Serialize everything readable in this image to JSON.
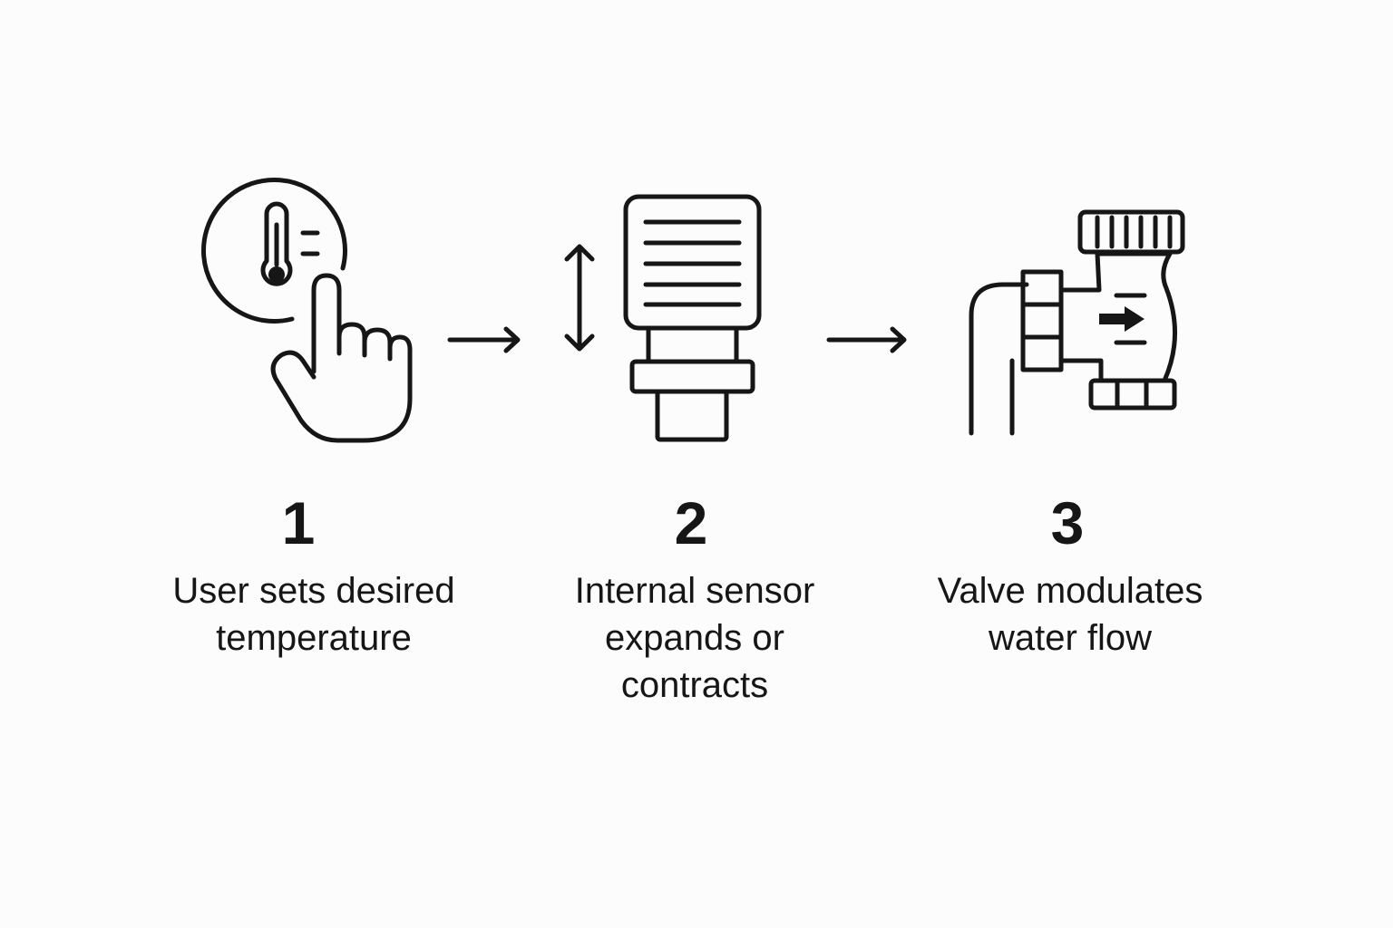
{
  "steps": [
    {
      "number": "1",
      "line1": "User sets desired",
      "line2": "temperature",
      "line3": "",
      "icon": "hand-tapping-thermostat-icon"
    },
    {
      "number": "2",
      "line1": "Internal sensor",
      "line2": "expands or",
      "line3": "contracts",
      "icon": "thermostatic-head-sensor-icon"
    },
    {
      "number": "3",
      "line1": "Valve modulates",
      "line2": "water flow",
      "line3": "",
      "icon": "radiator-valve-icon"
    }
  ],
  "connectors": [
    "right-arrow-icon",
    "right-arrow-icon"
  ],
  "colors": {
    "background": "#fcfcfc",
    "ink": "#161616"
  }
}
